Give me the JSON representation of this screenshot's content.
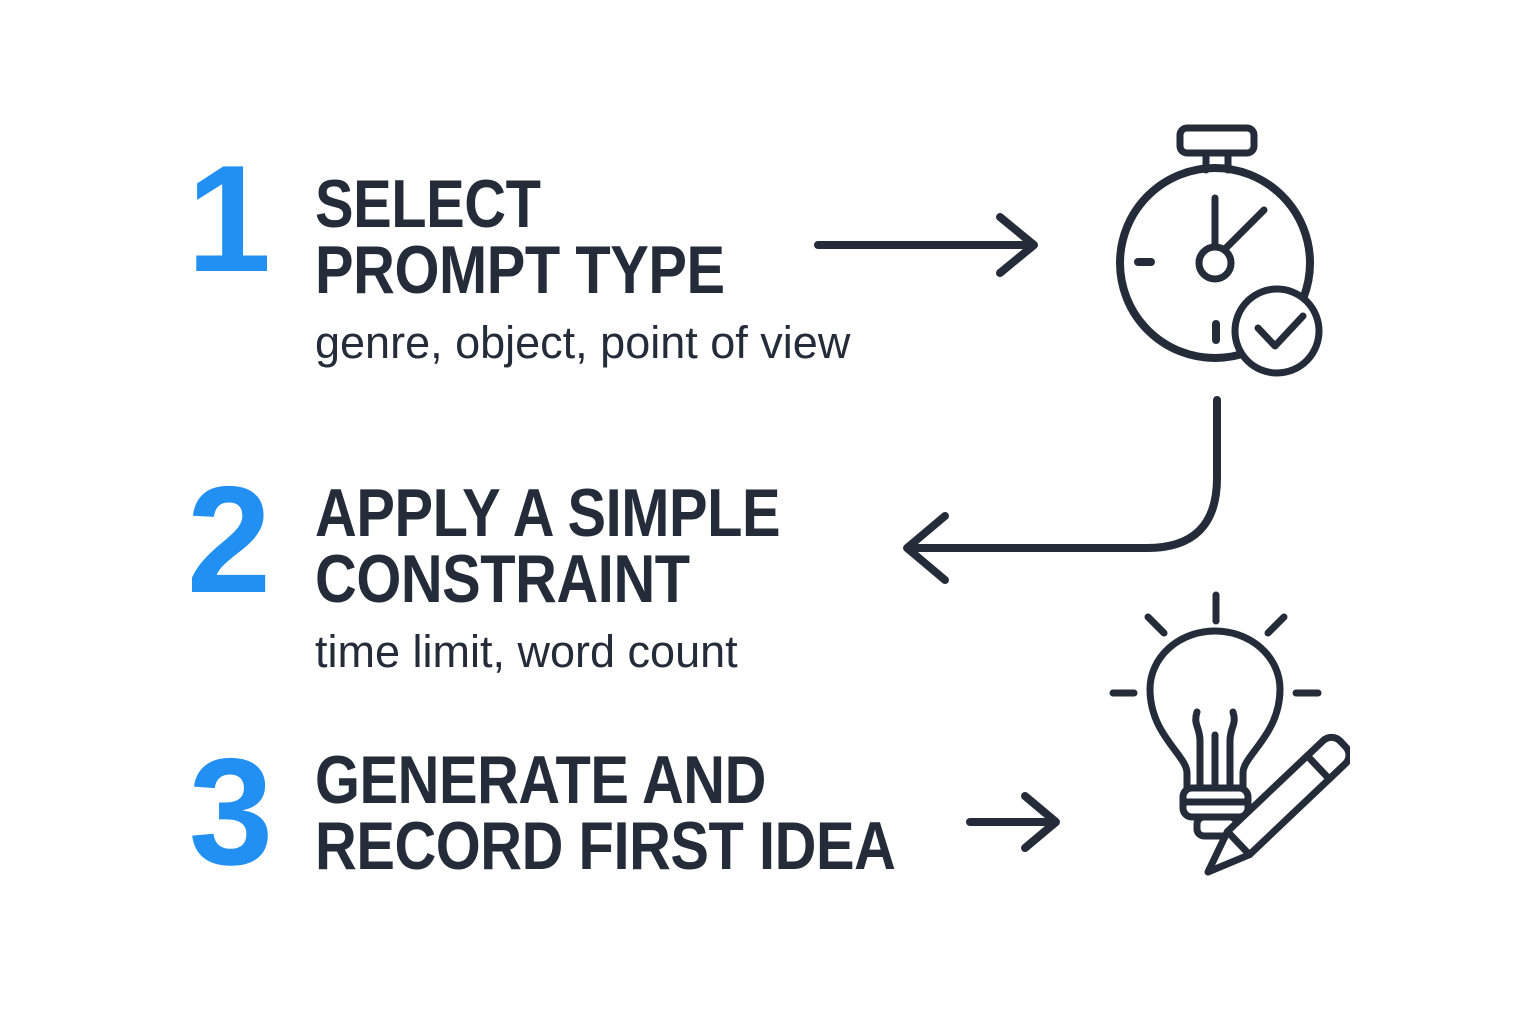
{
  "colors": {
    "accent_blue": "#2190F2",
    "ink_dark": "#242C39",
    "background": "#FFFFFF"
  },
  "steps": [
    {
      "number": "1",
      "title_line1": "SELECT",
      "title_line2": "PROMPT TYPE",
      "subtitle": "genre, object, point of view",
      "icon": "stopwatch-check-icon"
    },
    {
      "number": "2",
      "title_line1": "APPLY A SIMPLE",
      "title_line2": "CONSTRAINT",
      "subtitle": "time limit, word count",
      "icon": ""
    },
    {
      "number": "3",
      "title_line1": "GENERATE AND",
      "title_line2": "RECORD FIRST IDEA",
      "subtitle": "",
      "icon": "lightbulb-pencil-icon"
    }
  ],
  "icons": {
    "step1_icon": "stopwatch-check-icon",
    "step3_icon": "lightbulb-pencil-icon"
  },
  "arrows": {
    "step1_to_icon": "arrow-right",
    "icon_to_step2": "arrow-elbow-left",
    "step3_to_icon": "arrow-right"
  }
}
